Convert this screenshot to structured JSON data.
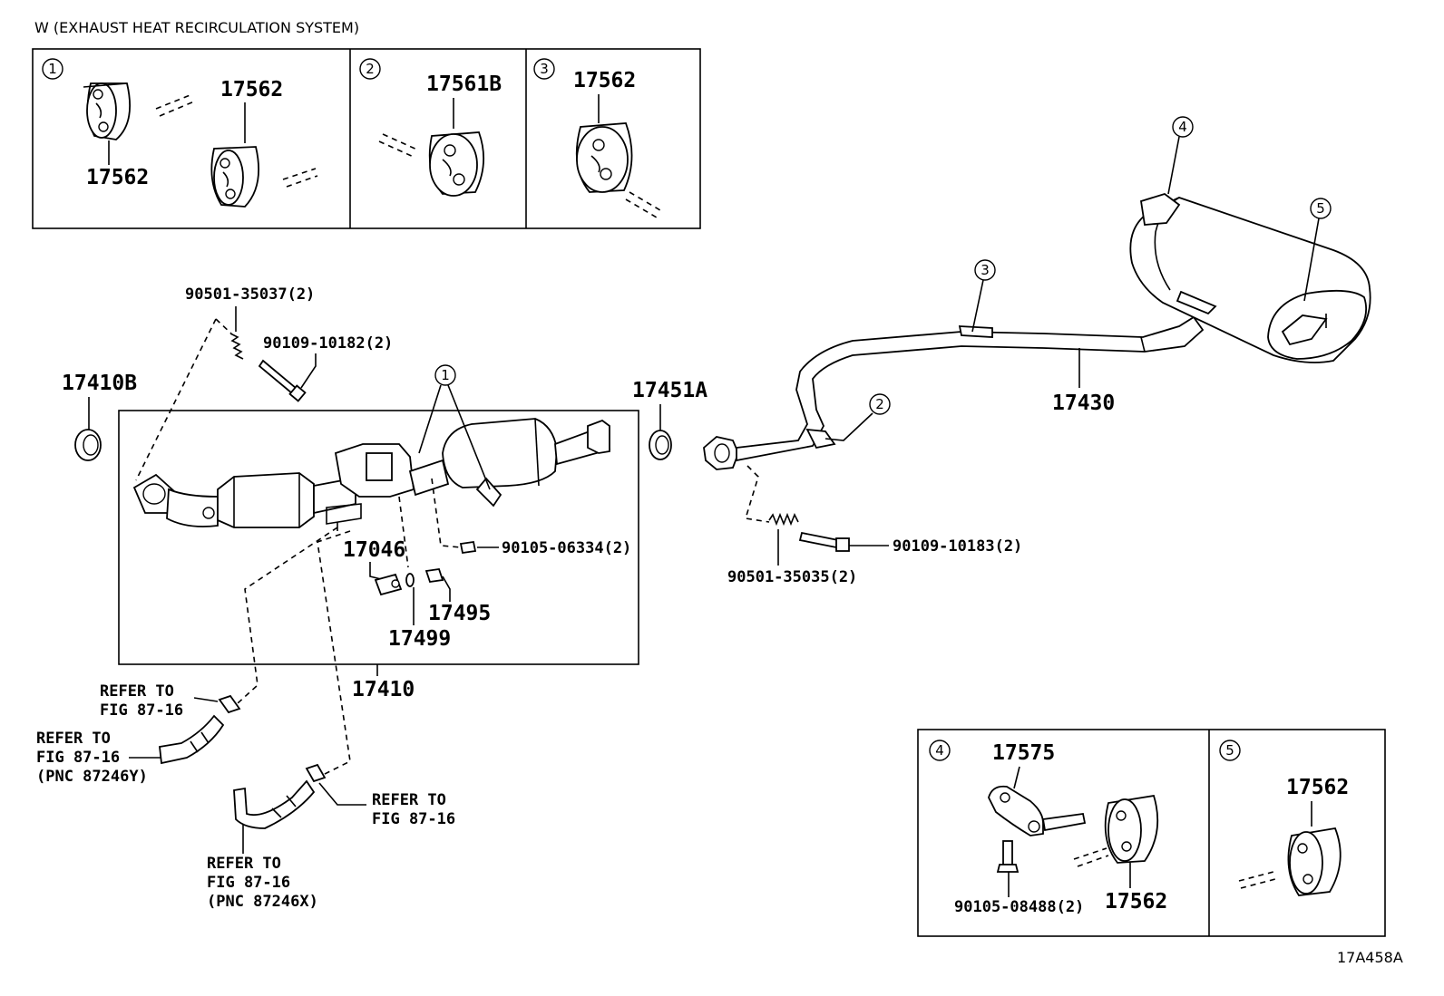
{
  "header": {
    "title": "W (EXHAUST HEAT RECIRCULATION SYSTEM)"
  },
  "figure_code": "17A458A",
  "callouts": {
    "c1": "1",
    "c2": "2",
    "c3": "3",
    "c4": "4",
    "c5": "5"
  },
  "top_panels": {
    "p1_a": "17562",
    "p1_b": "17562",
    "p2": "17561B",
    "p3": "17562"
  },
  "parts": {
    "p17410B": "17410B",
    "p17451A": "17451A",
    "p17410": "17410",
    "p17430": "17430",
    "p17046": "17046",
    "p17495": "17495",
    "p17499": "17499",
    "g90501_35037": "90501-35037(2)",
    "b90109_10182": "90109-10182(2)",
    "b90105_06334": "90105-06334(2)",
    "b90109_10183": "90109-10183(2)",
    "g90501_35035": "90501-35035(2)"
  },
  "refs": {
    "r1": [
      "REFER TO",
      "FIG 87-16"
    ],
    "r2": [
      "REFER TO",
      "FIG 87-16",
      "(PNC 87246Y)"
    ],
    "r3": [
      "REFER TO",
      "FIG 87-16"
    ],
    "r4": [
      "REFER TO",
      "FIG 87-16",
      "(PNC 87246X)"
    ]
  },
  "bottom_panels": {
    "p4_bracket": "17575",
    "p4_bolt": "90105-08488(2)",
    "p4_hanger": "17562",
    "p5_hanger": "17562"
  }
}
